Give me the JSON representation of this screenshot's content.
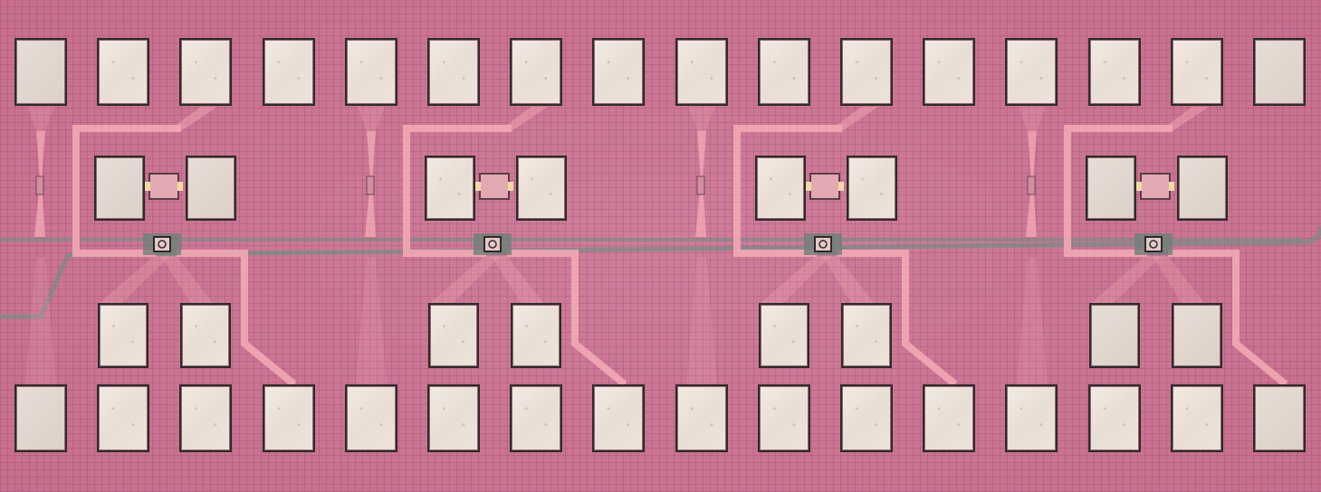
{
  "chip": {
    "subject": "micrograph",
    "colors": {
      "substrate": "#c8708f",
      "pad_fill": "#efe6de",
      "pad_border": "#2f2a2a",
      "trace": "#f2a8b4",
      "bus": "#7f8a86"
    },
    "device_cell_count": 4,
    "top_pad_count": 16,
    "bottom_pad_count": 16
  }
}
